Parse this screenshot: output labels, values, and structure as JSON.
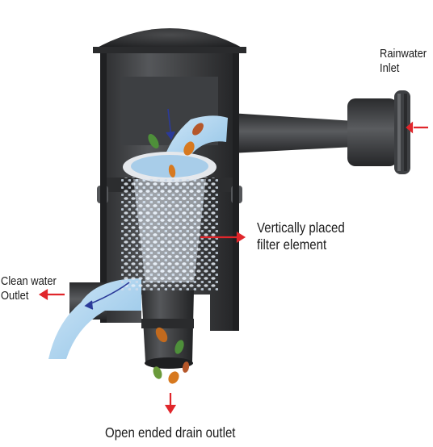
{
  "labels": {
    "inlet": [
      "Rainwater",
      "Inlet"
    ],
    "filter": [
      "Vertically placed",
      "filter element"
    ],
    "clean": [
      "Clean water",
      "Outlet"
    ],
    "drain": "Open ended drain outlet"
  },
  "colors": {
    "body": "#3a3b3d",
    "body_dark": "#222325",
    "water": "#a9d2ee",
    "arrow_red": "#e0262b",
    "flow_arrow": "#2b3a99",
    "filter_mesh": "#dfe6ee"
  },
  "icons": [
    "leaf-debris-icon",
    "red-arrow-icon",
    "flow-arrow-icon"
  ]
}
